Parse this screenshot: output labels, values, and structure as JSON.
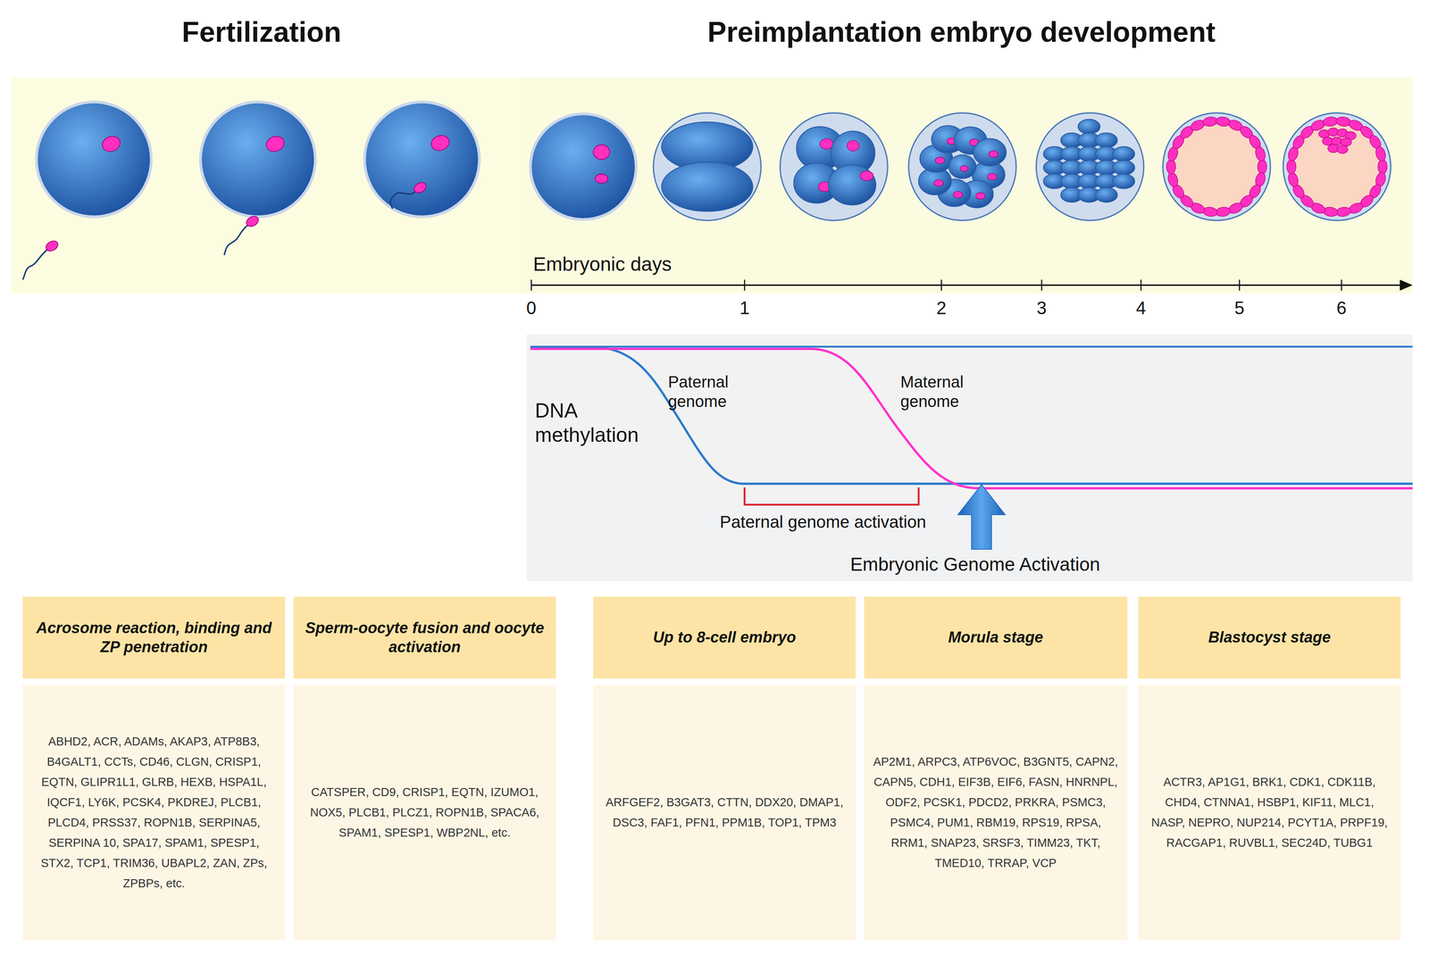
{
  "diagram": {
    "nodes": [
      {
        "text": [
          "Acrosome reaction, binding and ZP penetration",
          "ABHD2, ACR, ADAMs, AKAP3, ATP8B3, B4GALT1, CCTs, CD46, CLGN, CRISP1, EQTN, GLIPR1L1, GLRB, HEXB, HSPA1L, IQCF1, LY6K, PCSK4, PKDREJ, PLCB1, PLCD4, PRSS37, ROPN1B, SERPINA5, SERPINA 10, SPA17, SPAM1, SPESP1, STX2, TCP1, TRIM36, UBAPL2, ZAN, ZPs, ZPBPs, etc."
        ]
      },
      {
        "text": [
          "Sperm-oocyte fusion and oocyte activation",
          "CATSPER, CD9, CRISP1, EQTN, IZUMO1, NOX5, PLCB1, PLCZ1, ROPN1B, SPACA6, SPAM1, SPESP1, WBP2NL, etc."
        ]
      },
      {
        "text": [
          "Up to 8-cell embryo",
          "ARFGEF2, B3GAT3, CTTN, DDX20, DMAP1, DSC3, FAF1, PFN1, PPM1B, TOP1, TPM3"
        ]
      },
      {
        "text": [
          "Morula stage",
          "AP2M1, ARPC3, ATP6VOC, B3GNT5, CAPN2, CAPN5, CDH1, EIF3B, EIF6, FASN, HNRNPL, ODF2, PCSK1, PDCD2, PRKRA, PSMC3, PSMC4, PUM1, RBM19, RPS19, RPSA, RRM1, SNAP23, SRSF3, TIMM23, TKT, TMED10, TRRAP, VCP"
        ]
      },
      {
        "text": [
          "Blastocyst stage",
          "ACTR3, AP1G1, BRK1, CDK1, CDK11B, CHD4, CTNNA1, HSBP1, KIF11, MLC1, NASP, NEPRO, NUP214, PCYT1A, PRPF19, RACGAP1, RUVBL1, SEC24D, TUBG1"
        ]
      }
    ],
    "labels": [
      "Fertilization",
      "Preimplantation embryo development",
      "Embryonic days",
      "0",
      "1",
      "2",
      "3",
      "4",
      "5",
      "6",
      "DNA methylation",
      "Paternal genome",
      "Maternal genome",
      "Paternal genome activation",
      "Embryonic Genome Activation"
    ]
  }
}
